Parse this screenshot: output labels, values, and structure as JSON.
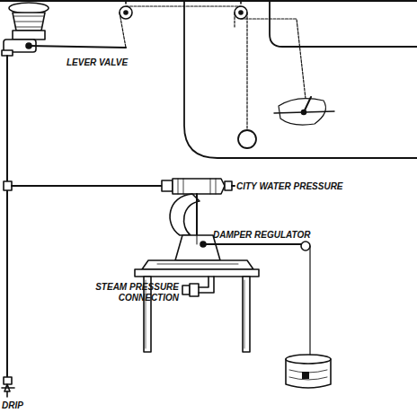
{
  "diagram": {
    "labels": [
      "LEVER VALVE",
      "CITY WATER PRESSURE",
      "DAMPER REGULATOR",
      "STEAM PRESSURE CONNECTION",
      "DRIP"
    ]
  }
}
